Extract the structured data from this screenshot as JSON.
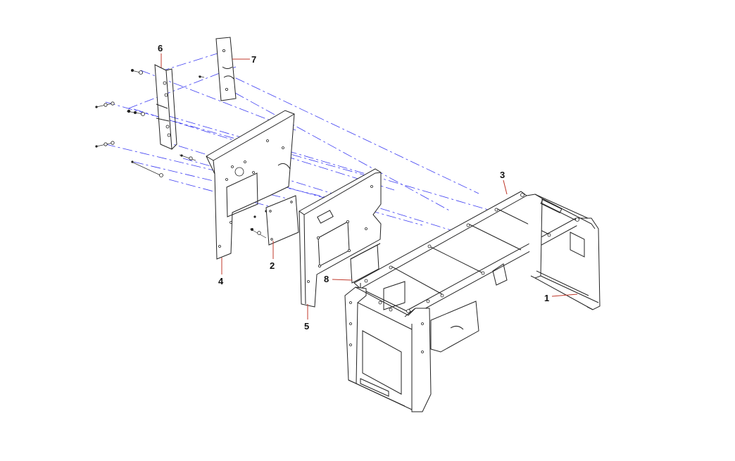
{
  "diagram": {
    "type": "exploded parts diagram",
    "callouts": [
      {
        "id": "callout-1",
        "label": "1"
      },
      {
        "id": "callout-2",
        "label": "2"
      },
      {
        "id": "callout-3",
        "label": "3"
      },
      {
        "id": "callout-4",
        "label": "4"
      },
      {
        "id": "callout-5",
        "label": "5"
      },
      {
        "id": "callout-6",
        "label": "6"
      },
      {
        "id": "callout-7",
        "label": "7"
      },
      {
        "id": "callout-8",
        "label": "8"
      }
    ],
    "colors": {
      "line": "#222222",
      "projection_line": "#3d3df2",
      "leader_line": "#c0392b",
      "background": "#ffffff"
    }
  }
}
